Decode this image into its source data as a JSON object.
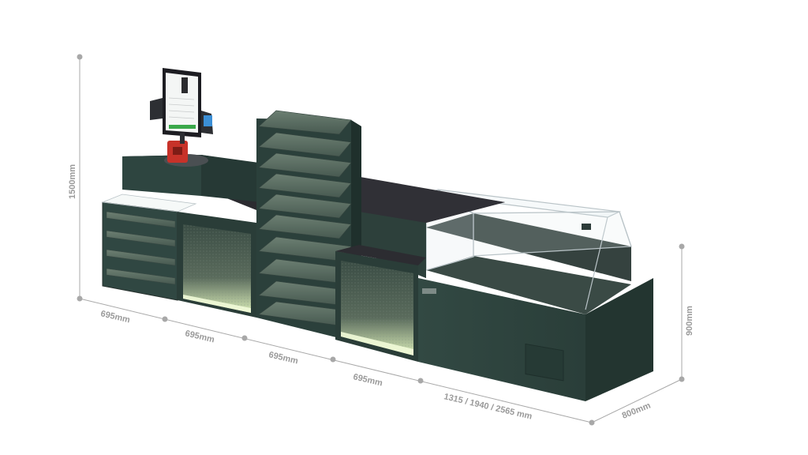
{
  "dimensions": {
    "height_total": "1500mm",
    "height_counter": "900mm",
    "depth": "800mm",
    "module_1": "695mm",
    "module_2": "695mm",
    "module_3": "695mm",
    "module_4": "695mm",
    "module_5": "1315 / 1940 / 2565 mm"
  },
  "colors": {
    "body": "#2f4540",
    "body_dark": "#24362f",
    "top": "#2a2a2e",
    "glow": "#e8f5c8",
    "dimension_line": "#9a9a9a",
    "kiosk_accent": "#d9342b",
    "screen_accent": "#3aa84a"
  }
}
